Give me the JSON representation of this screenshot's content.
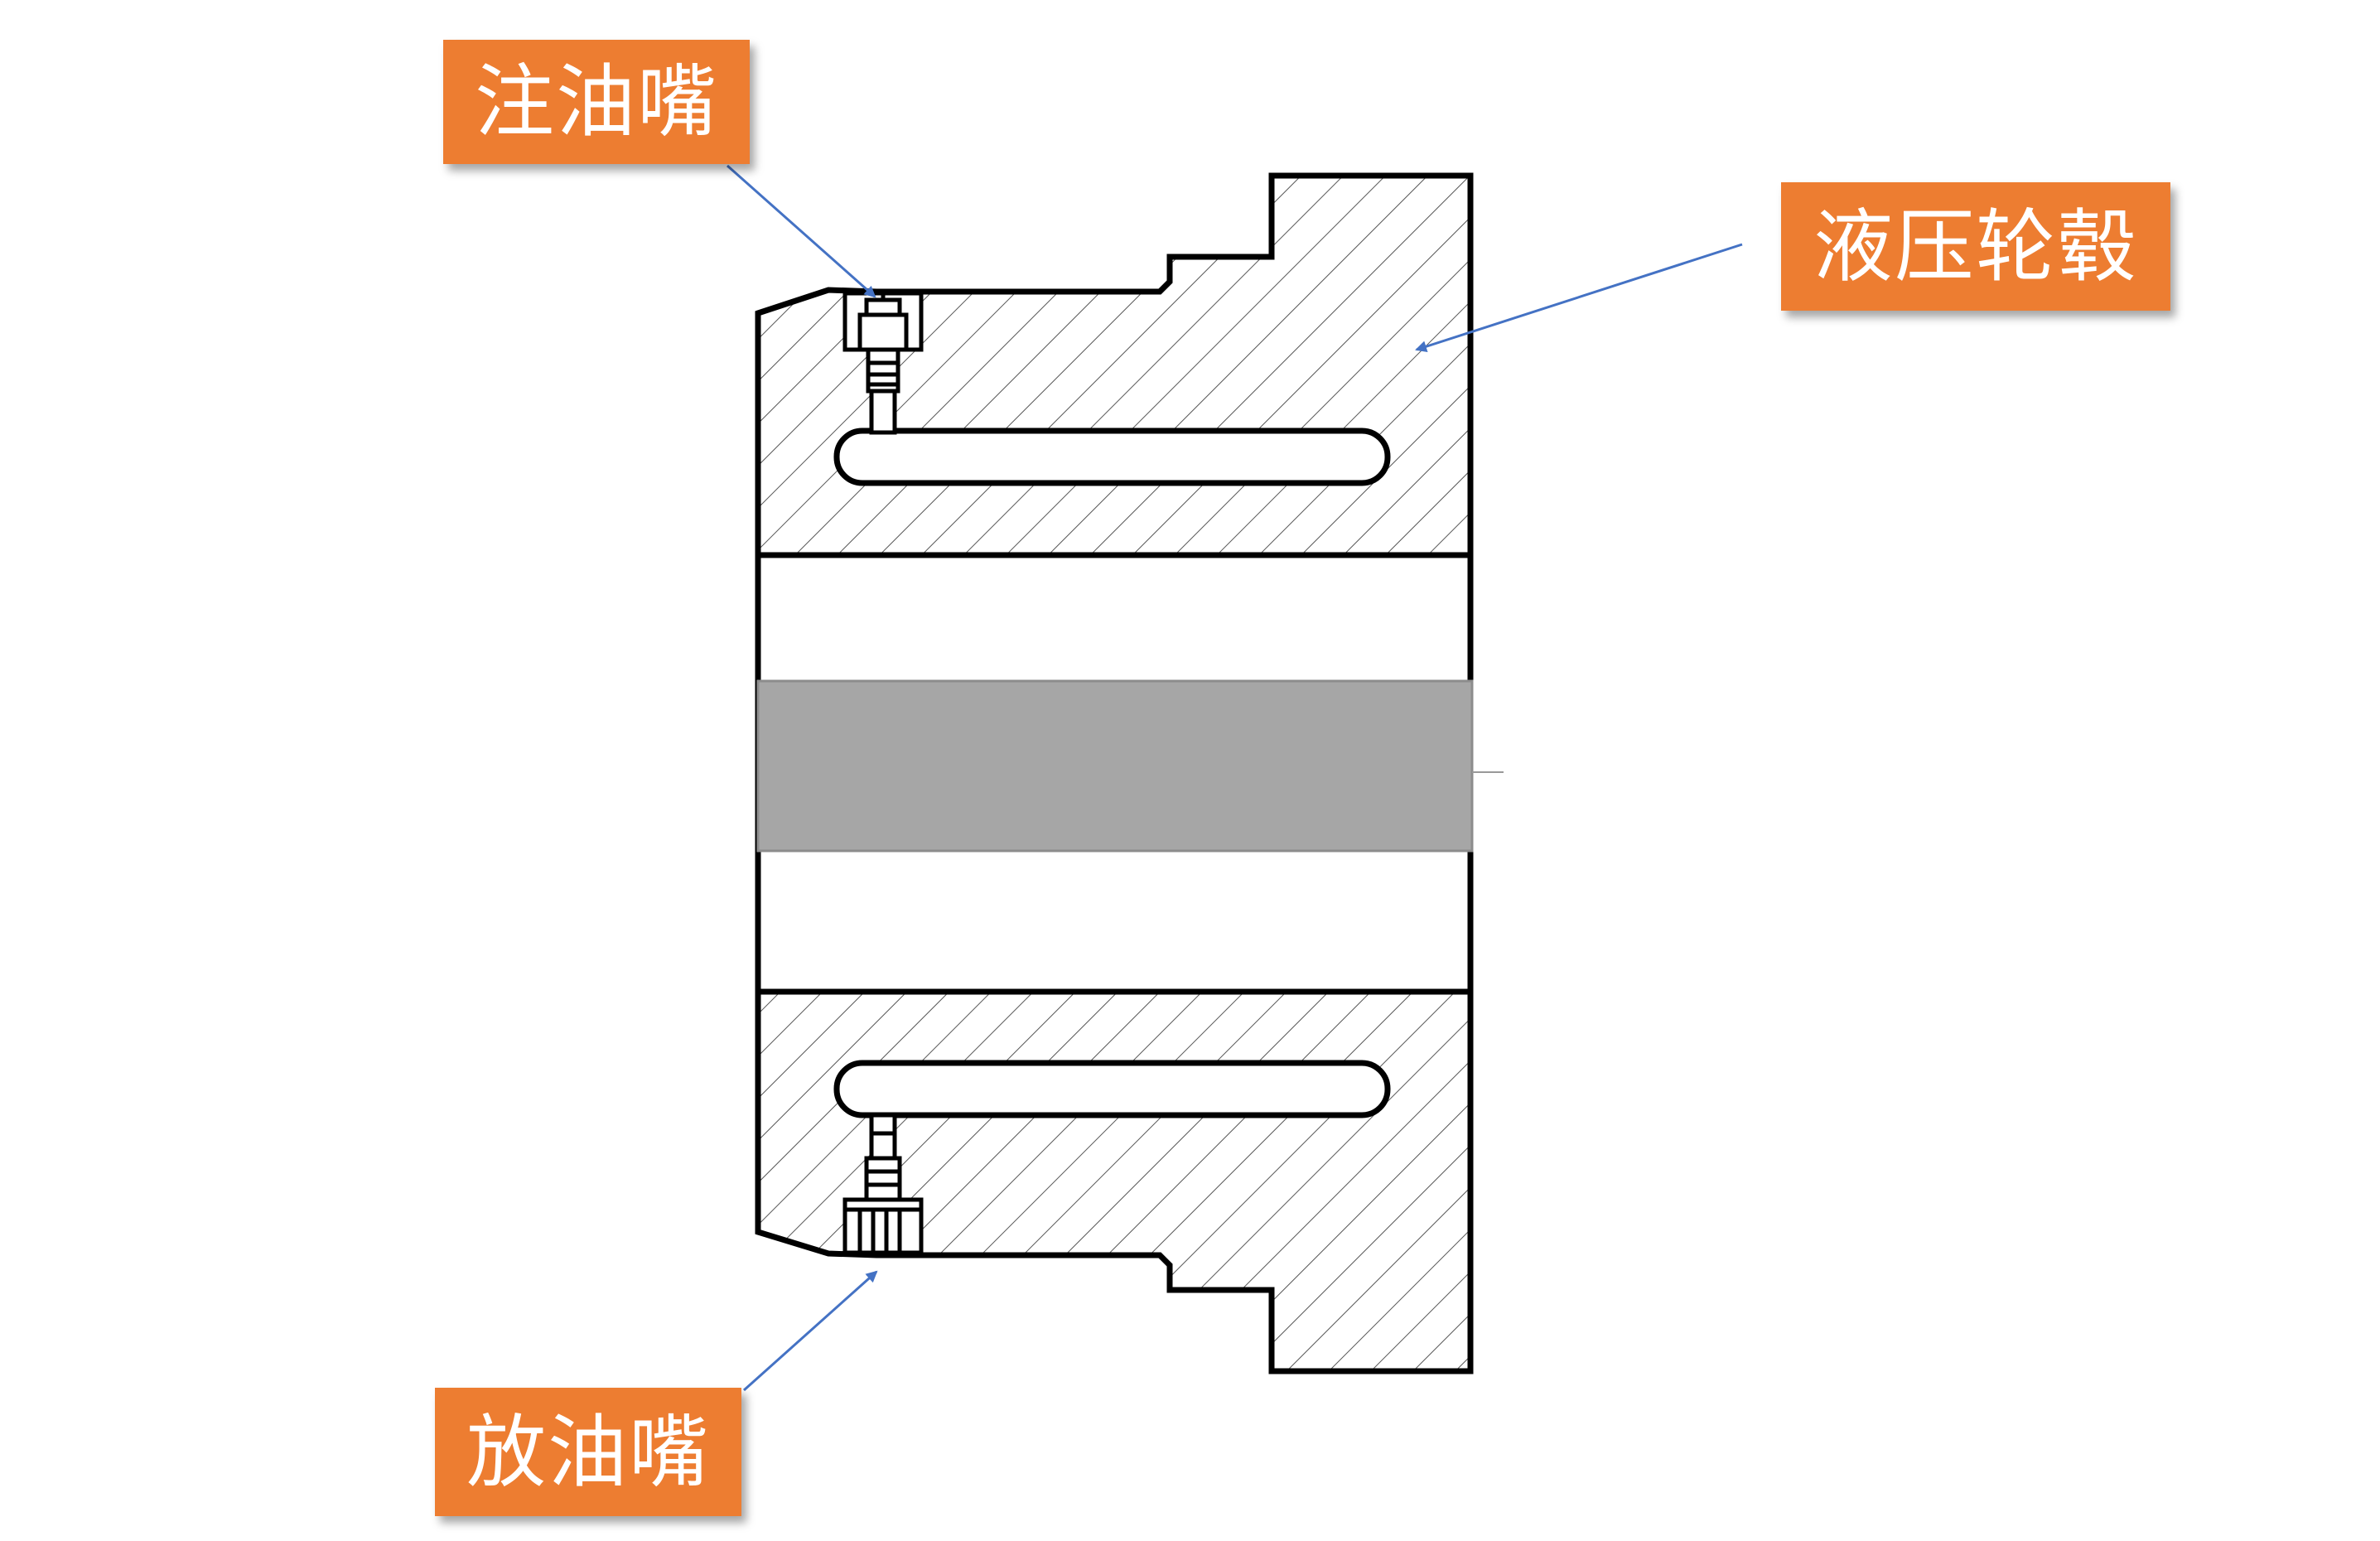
{
  "labels": {
    "oil_injection_nozzle": "注油嘴",
    "hydraulic_hub": "液压轮毂",
    "oil_drain_nozzle": "放油嘴"
  },
  "colors": {
    "callout_fill": "#ED7D31",
    "callout_text": "#FFFFFF",
    "outline": "#000000",
    "hatch": "#555555",
    "shaft": "#A6A6A6",
    "leader_arrow": "#4472C4"
  }
}
